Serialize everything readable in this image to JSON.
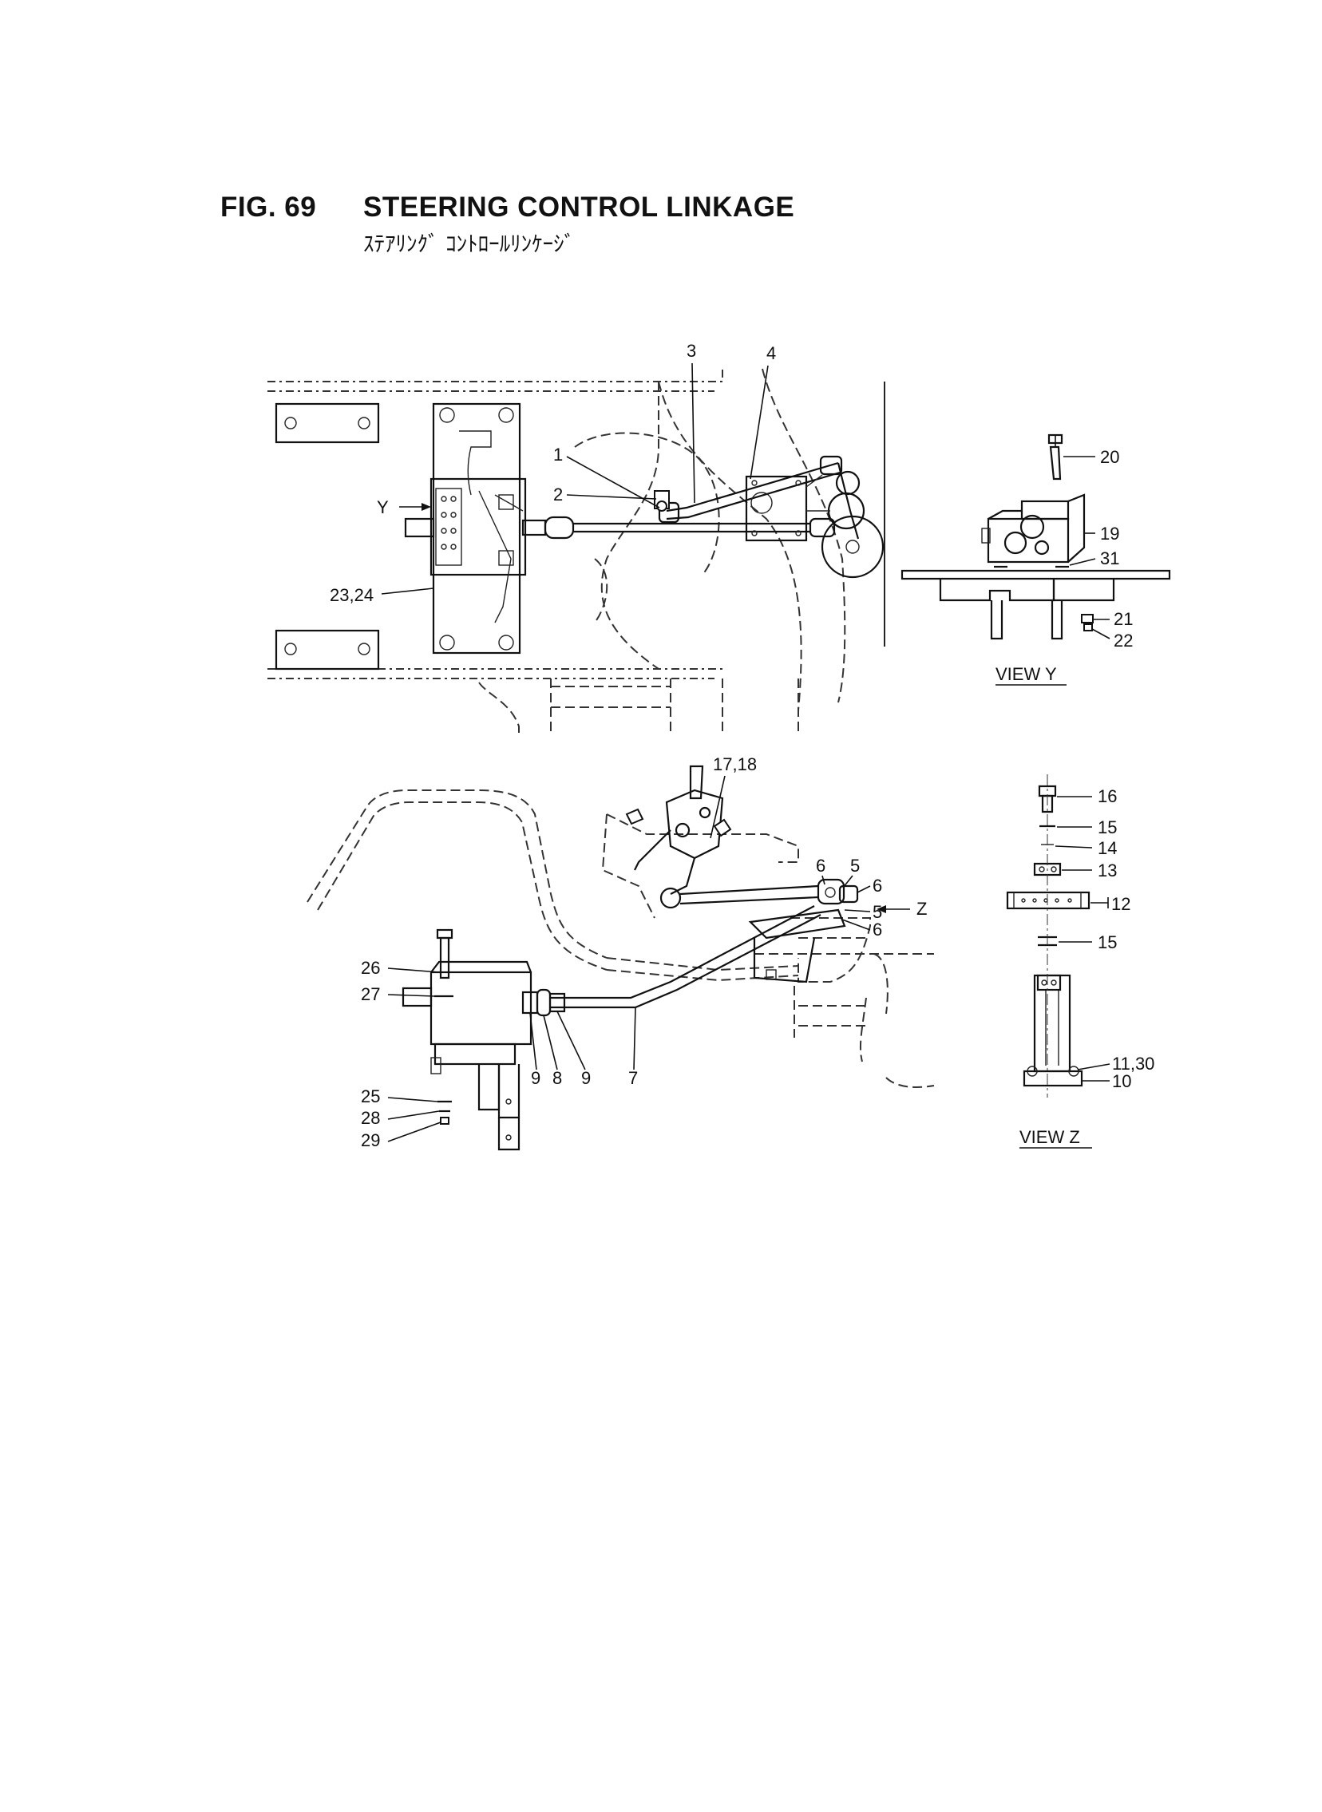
{
  "figure": {
    "number": "FIG. 69",
    "title": "STEERING CONTROL LINKAGE",
    "subtitle_jp": "ｽﾃｱﾘﾝｸﾞ ｺﾝﾄﾛｰﾙﾘﾝｹｰｼﾞ"
  },
  "views": {
    "view_y": "VIEW Y",
    "view_z": "VIEW Z",
    "marker_y": "Y",
    "marker_z": "Z"
  },
  "callouts": {
    "c1": "1",
    "c2": "2",
    "c3": "3",
    "c4": "4",
    "c5a": "5",
    "c5b": "5",
    "c6a": "6",
    "c6b": "6",
    "c6c": "6",
    "c7": "7",
    "c8": "8",
    "c9a": "9",
    "c9b": "9",
    "c10": "10",
    "c11_30": "11,30",
    "c12": "12",
    "c13": "13",
    "c14": "14",
    "c15a": "15",
    "c15b": "15",
    "c16": "16",
    "c17_18": "17,18",
    "c19": "19",
    "c20": "20",
    "c21": "21",
    "c22": "22",
    "c23_24": "23,24",
    "c25": "25",
    "c26": "26",
    "c27": "27",
    "c28": "28",
    "c29": "29",
    "c31": "31"
  }
}
